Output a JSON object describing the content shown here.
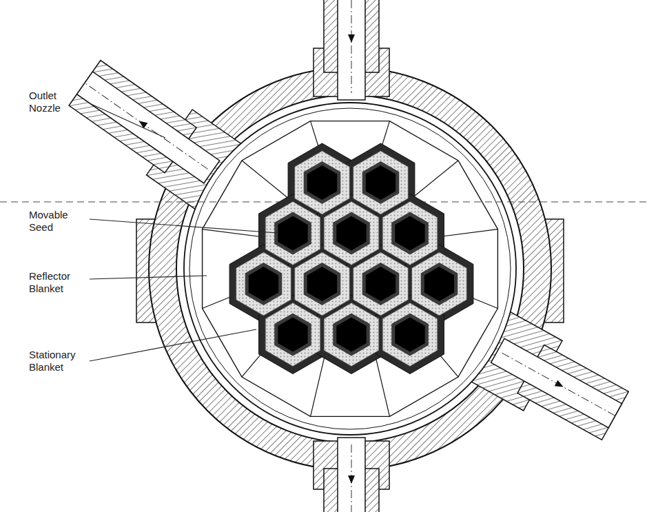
{
  "diagram": {
    "labels": [
      "Outlet Nozzle",
      "Movable Seed",
      "Reflector Blanket",
      "Stationary Blanket"
    ]
  }
}
